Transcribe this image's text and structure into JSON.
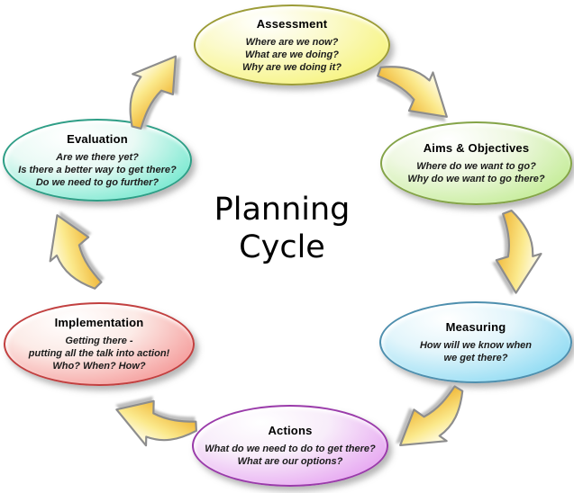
{
  "diagram": {
    "title_line1": "Planning",
    "title_line2": "Cycle"
  },
  "nodes": [
    {
      "id": "assessment",
      "title": "Assessment",
      "lines": [
        "Where are we now?",
        "What are we doing?",
        "Why are we doing it?"
      ],
      "fill_top": "#FBFACB",
      "fill_bottom": "#F5F160",
      "border": "#9C9C38"
    },
    {
      "id": "aims-objectives",
      "title": "Aims & Objectives",
      "lines": [
        "Where do we want to go?",
        "Why do we want to go there?"
      ],
      "fill_top": "#EFF8E2",
      "fill_bottom": "#B4E87B",
      "border": "#84A448"
    },
    {
      "id": "measuring",
      "title": "Measuring",
      "lines": [
        "How will we know when",
        "we get there?"
      ],
      "fill_top": "#E2F5FB",
      "fill_bottom": "#6FD1F0",
      "border": "#4E8FAE"
    },
    {
      "id": "actions",
      "title": "Actions",
      "lines": [
        "What do we need to do to get there?",
        "What are our options?"
      ],
      "fill_top": "#F8EDFA",
      "fill_bottom": "#E08BEE",
      "border": "#9A3BAA"
    },
    {
      "id": "implementation",
      "title": "Implementation",
      "lines": [
        "Getting there -",
        "putting all the talk into action!",
        "Who? When? How?"
      ],
      "fill_top": "#FCEBE7",
      "fill_bottom": "#F27D7D",
      "border": "#C24040"
    },
    {
      "id": "evaluation",
      "title": "Evaluation",
      "lines": [
        "Are we there yet?",
        "Is there a better way to get there?",
        "Do we need to go further?"
      ],
      "fill_top": "#EAFAF5",
      "fill_bottom": "#4CE2C2",
      "border": "#2E9E86"
    }
  ],
  "arrows": [
    {
      "from": "Assessment",
      "to": "Aims & Objectives"
    },
    {
      "from": "Aims & Objectives",
      "to": "Measuring"
    },
    {
      "from": "Measuring",
      "to": "Actions"
    },
    {
      "from": "Actions",
      "to": "Implementation"
    },
    {
      "from": "Implementation",
      "to": "Evaluation"
    },
    {
      "from": "Evaluation",
      "to": "Assessment"
    }
  ],
  "arrow_colors": {
    "light": "#FFFEF2",
    "mid": "#FBE98C",
    "gold": "#F0B83A",
    "edge": "#8D8D8D",
    "shadow": "#BEBEBE"
  }
}
